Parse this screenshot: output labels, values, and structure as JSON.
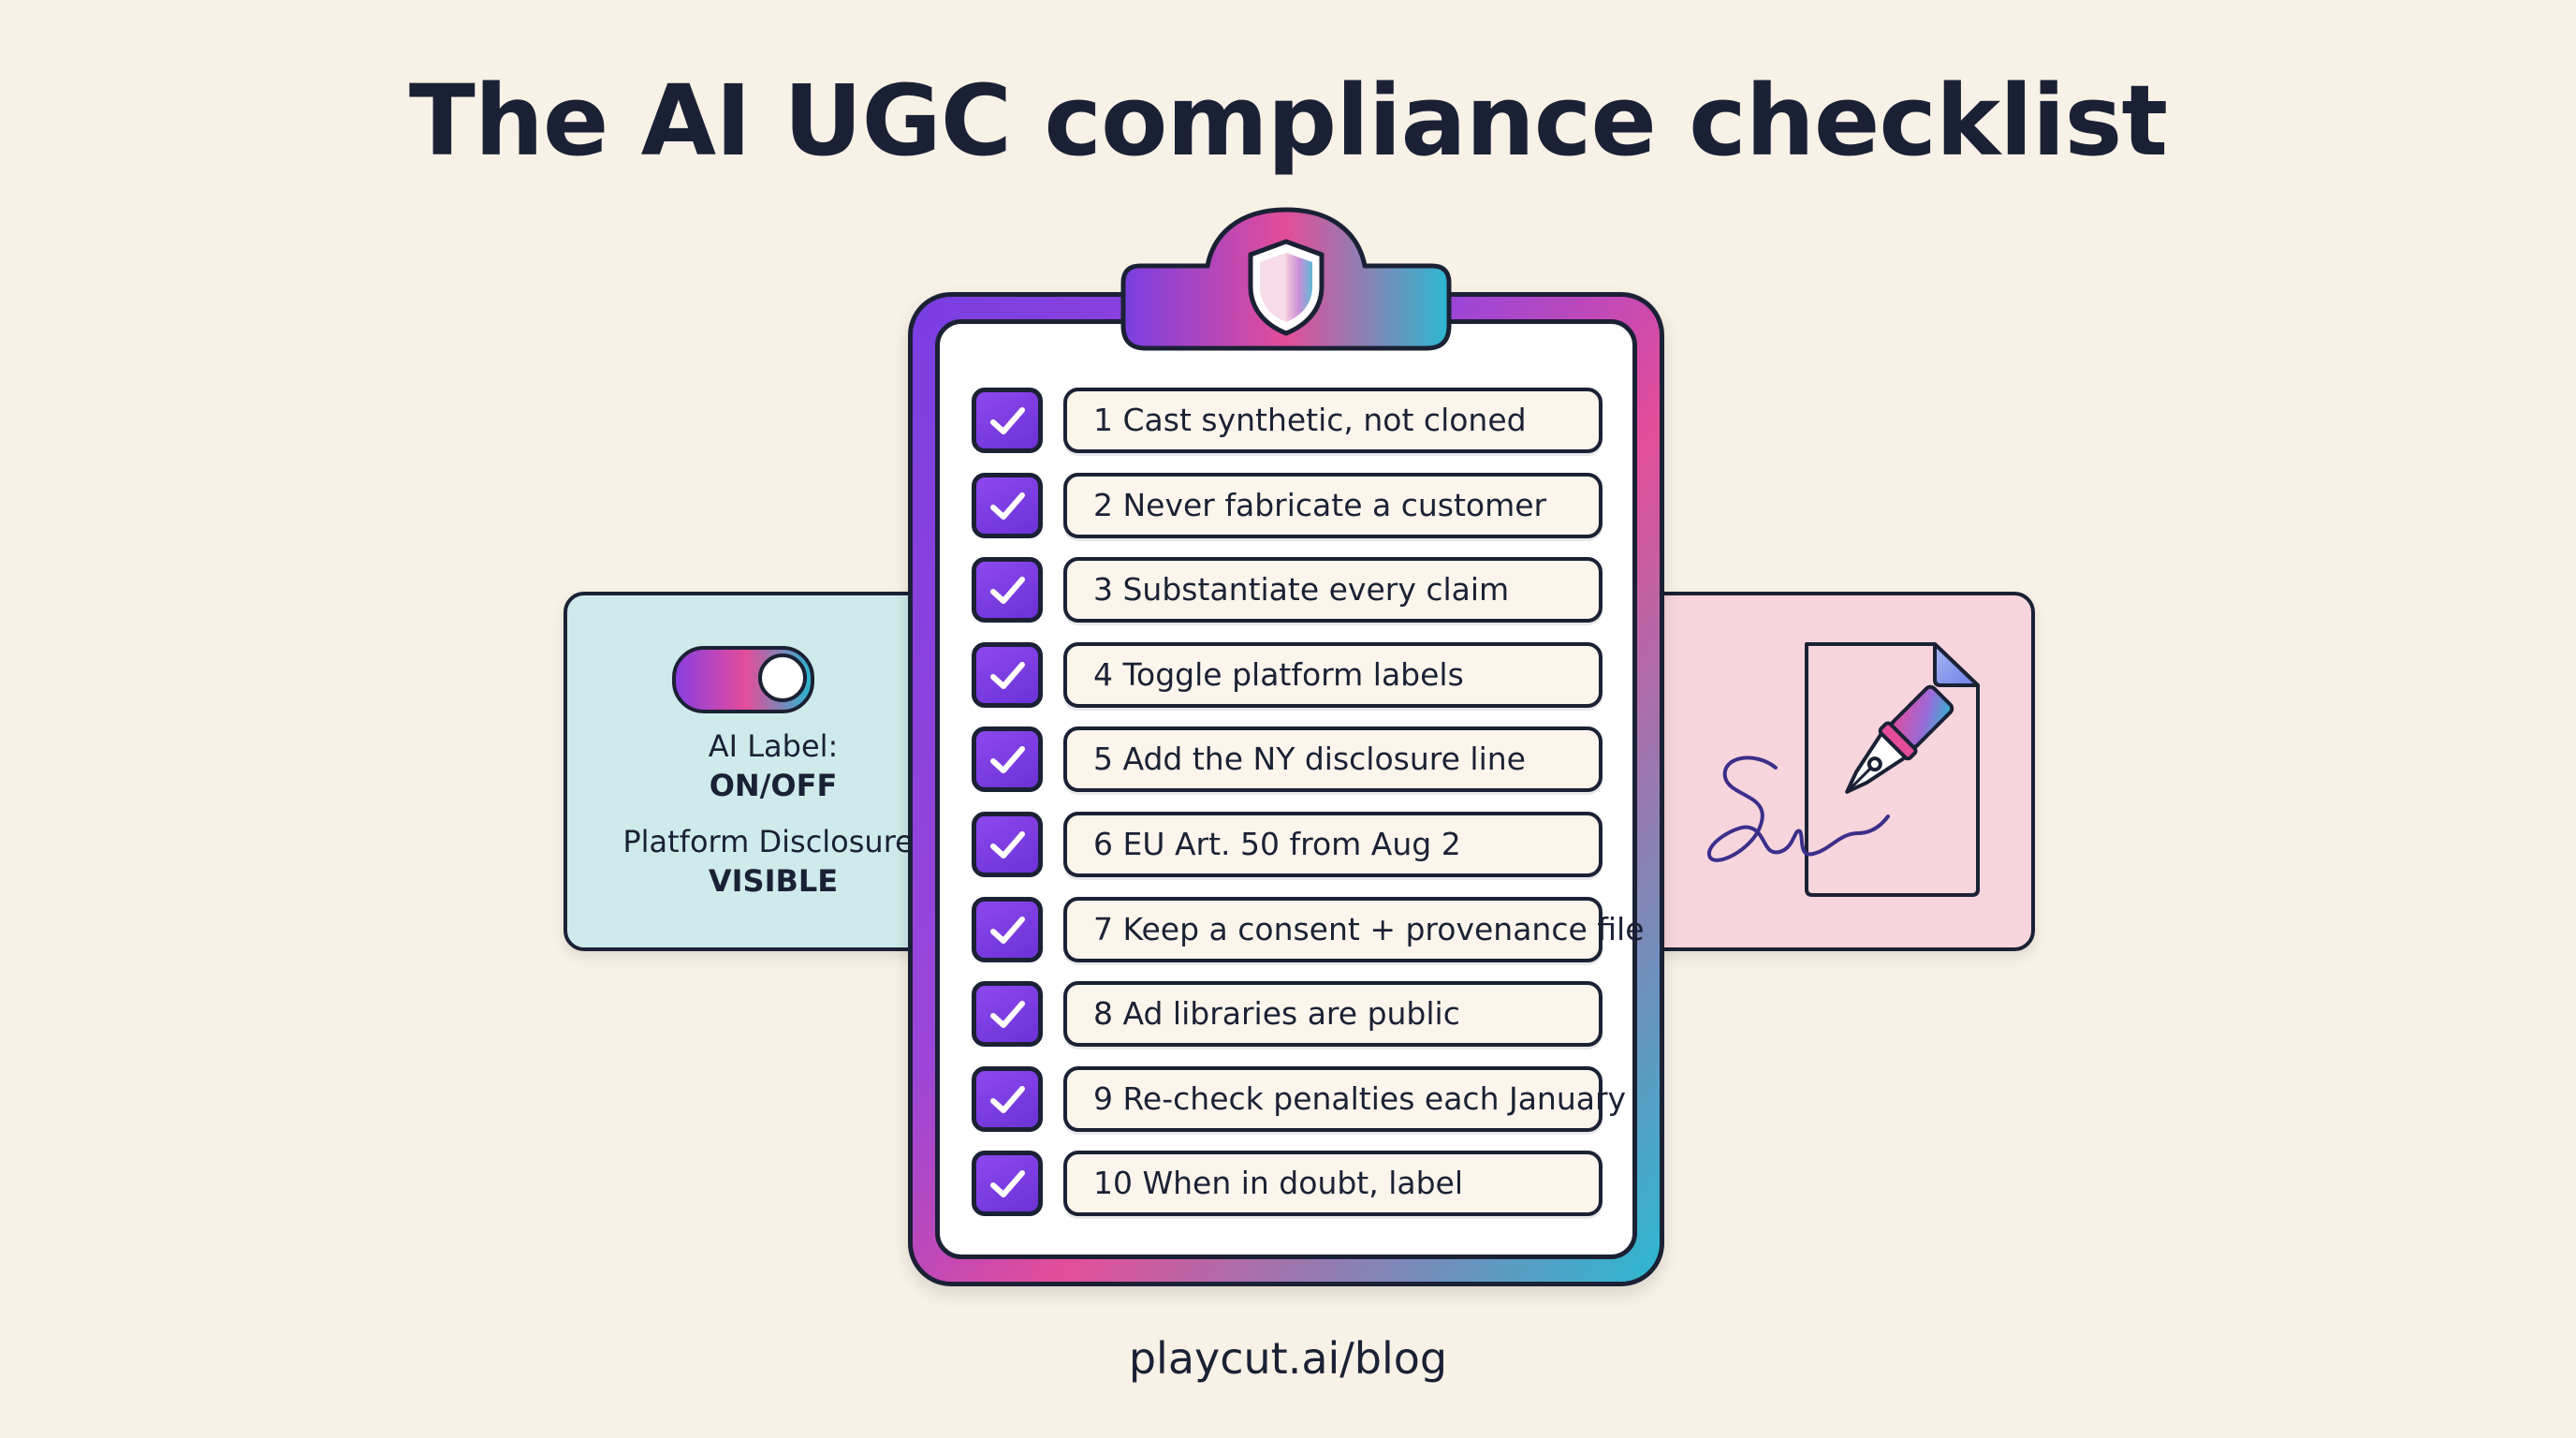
{
  "title": "The AI UGC compliance checklist",
  "left_panel": {
    "ai_label_caption": "AI Label:",
    "ai_label_value": "ON/OFF",
    "disclosure_caption": "Platform Disclosure:",
    "disclosure_value": "VISIBLE",
    "toggle_state": "on"
  },
  "clipboard": {
    "badge_icon": "shield-icon",
    "items": [
      {
        "text": "1 Cast synthetic, not cloned",
        "checked": true
      },
      {
        "text": "2 Never fabricate a customer",
        "checked": true
      },
      {
        "text": "3 Substantiate every claim",
        "checked": true
      },
      {
        "text": "4 Toggle platform labels",
        "checked": true
      },
      {
        "text": "5 Add the NY disclosure line",
        "checked": true
      },
      {
        "text": "6 EU Art. 50 from Aug 2",
        "checked": true
      },
      {
        "text": "7 Keep a consent + provenance file",
        "checked": true
      },
      {
        "text": "8 Ad libraries are public",
        "checked": true
      },
      {
        "text": "9 Re-check penalties each January",
        "checked": true
      },
      {
        "text": "10 When in doubt, label",
        "checked": true
      }
    ]
  },
  "right_panel": {
    "icon": "signed-document-icon"
  },
  "footer": "playcut.ai/blog",
  "colors": {
    "background": "#f8f1e6",
    "ink": "#1b2135",
    "purple": "#7a3ee2",
    "pink": "#e34d99",
    "teal": "#2bb8d1",
    "left_panel": "#cfeaea",
    "right_panel": "#f8d5dd"
  }
}
